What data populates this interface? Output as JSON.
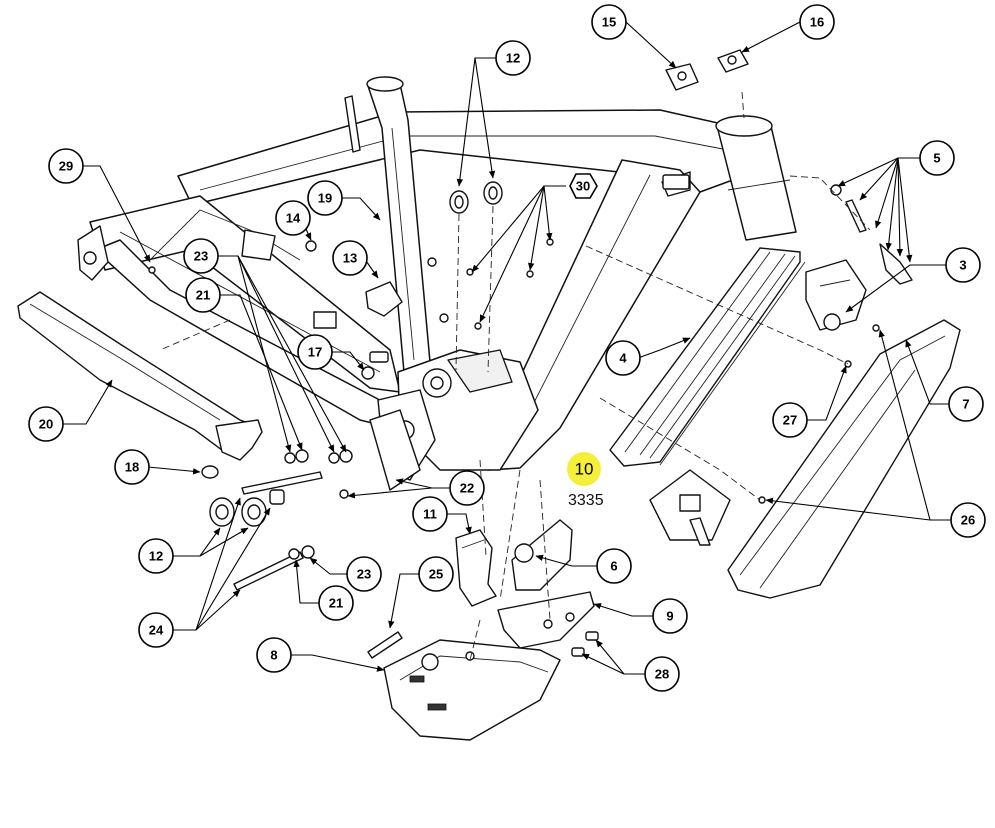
{
  "highlight": {
    "label": "10",
    "sublabel": "3335",
    "color": "#f6ef3a"
  },
  "callouts": [
    {
      "id": "c15",
      "label": "15"
    },
    {
      "id": "c16",
      "label": "16"
    },
    {
      "id": "c12a",
      "label": "12"
    },
    {
      "id": "c5",
      "label": "5"
    },
    {
      "id": "c29",
      "label": "29"
    },
    {
      "id": "c30",
      "label": "30"
    },
    {
      "id": "c19",
      "label": "19"
    },
    {
      "id": "c14",
      "label": "14"
    },
    {
      "id": "c23a",
      "label": "23"
    },
    {
      "id": "c13",
      "label": "13"
    },
    {
      "id": "c3",
      "label": "3"
    },
    {
      "id": "c21a",
      "label": "21"
    },
    {
      "id": "c17",
      "label": "17"
    },
    {
      "id": "c4",
      "label": "4"
    },
    {
      "id": "c7",
      "label": "7"
    },
    {
      "id": "c27",
      "label": "27"
    },
    {
      "id": "c20",
      "label": "20"
    },
    {
      "id": "c18",
      "label": "18"
    },
    {
      "id": "c22",
      "label": "22"
    },
    {
      "id": "c26",
      "label": "26"
    },
    {
      "id": "c11",
      "label": "11"
    },
    {
      "id": "c12b",
      "label": "12"
    },
    {
      "id": "c6",
      "label": "6"
    },
    {
      "id": "c25",
      "label": "25"
    },
    {
      "id": "c23b",
      "label": "23"
    },
    {
      "id": "c21b",
      "label": "21"
    },
    {
      "id": "c9",
      "label": "9"
    },
    {
      "id": "c24",
      "label": "24"
    },
    {
      "id": "c8",
      "label": "8"
    },
    {
      "id": "c28",
      "label": "28"
    }
  ]
}
